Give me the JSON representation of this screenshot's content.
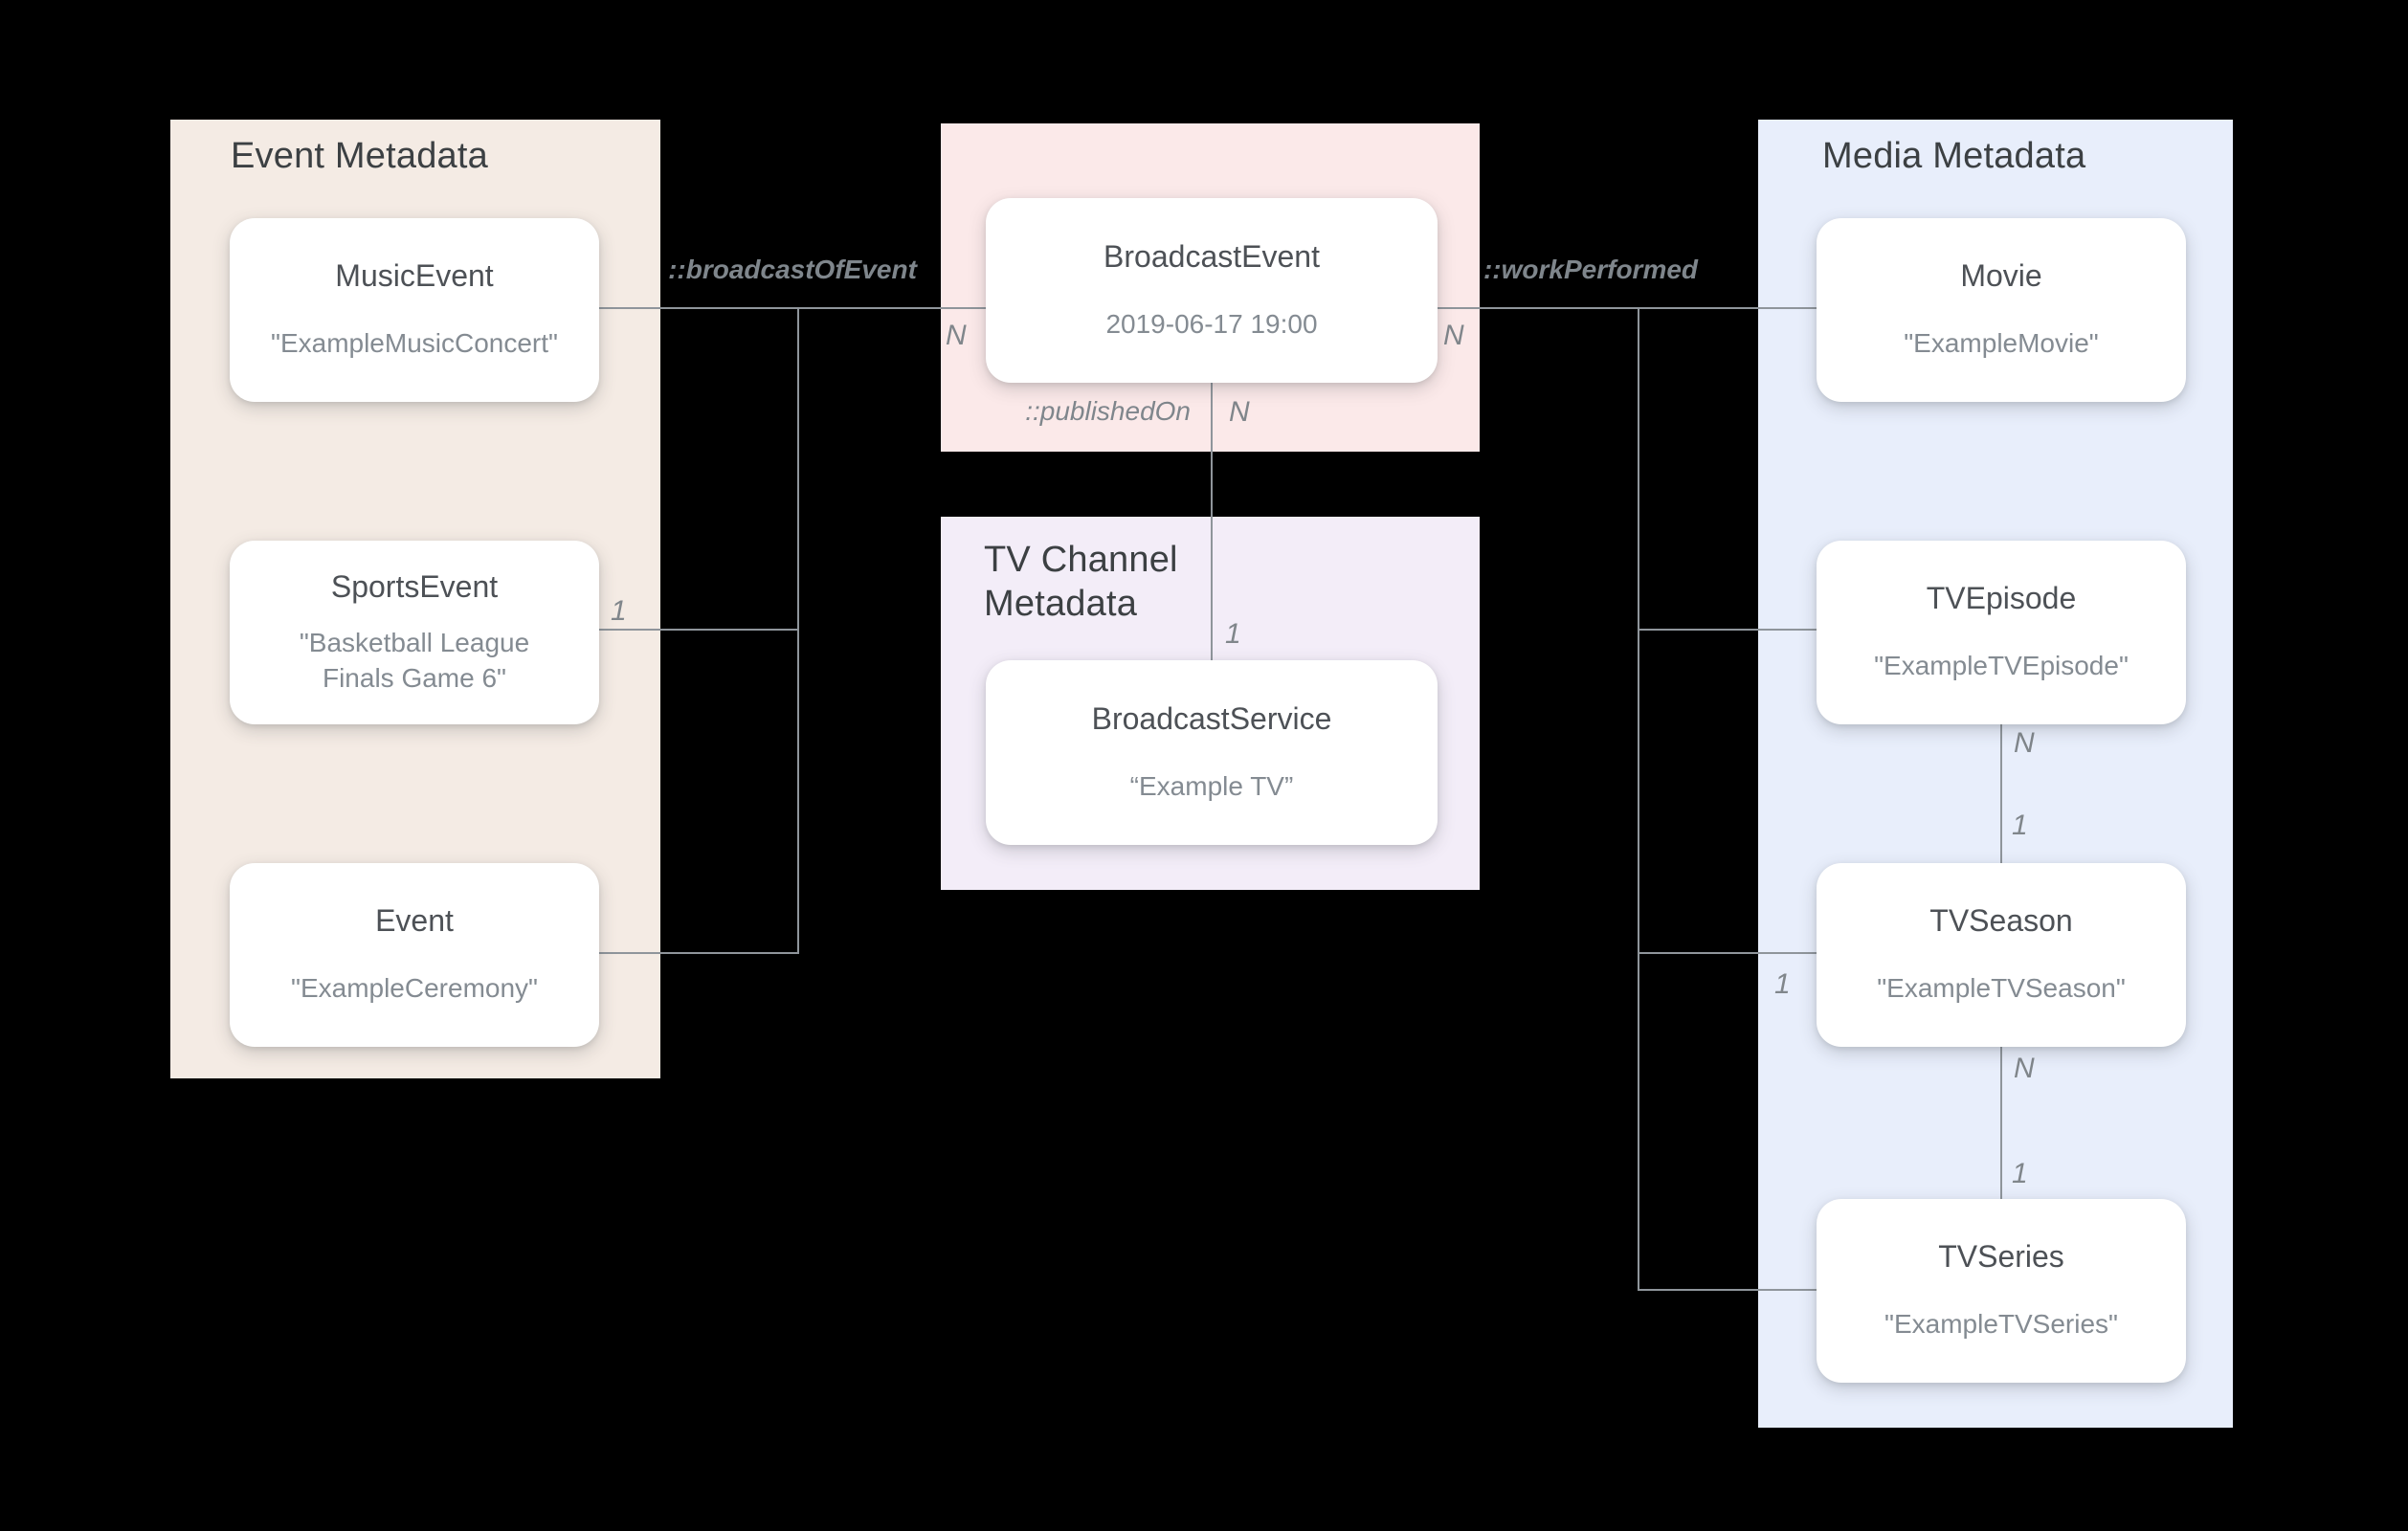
{
  "sections": {
    "event_metadata": {
      "title": "Event Metadata",
      "bg_color": "#F4EBE4"
    },
    "broadcast_event_area": {
      "bg_color": "#FBE9E9"
    },
    "tv_channel_metadata": {
      "title_line1": "TV Channel",
      "title_line2": "Metadata",
      "bg_color": "#F3EDF8"
    },
    "media_metadata": {
      "title": "Media Metadata",
      "bg_color": "#E8EEFB"
    }
  },
  "nodes": {
    "music_event": {
      "title": "MusicEvent",
      "subtitle": "\"ExampleMusicConcert\""
    },
    "sports_event": {
      "title": "SportsEvent",
      "subtitle": "\"Basketball League Finals Game 6\""
    },
    "event": {
      "title": "Event",
      "subtitle": "\"ExampleCeremony\""
    },
    "broadcast_event": {
      "title": "BroadcastEvent",
      "subtitle": "2019-06-17 19:00"
    },
    "broadcast_service": {
      "title": "BroadcastService",
      "subtitle": "“Example TV”"
    },
    "movie": {
      "title": "Movie",
      "subtitle": "\"ExampleMovie\""
    },
    "tv_episode": {
      "title": "TVEpisode",
      "subtitle": "\"ExampleTVEpisode\""
    },
    "tv_season": {
      "title": "TVSeason",
      "subtitle": "\"ExampleTVSeason\""
    },
    "tv_series": {
      "title": "TVSeries",
      "subtitle": "\"ExampleTVSeries\""
    }
  },
  "relations": {
    "broadcast_of_event": {
      "label": "::broadcastOfEvent",
      "cardinality_n": "N",
      "cardinality_sports": "1"
    },
    "work_performed": {
      "label": "::workPerformed",
      "cardinality_n": "N",
      "cardinality_season": "1"
    },
    "published_on": {
      "label": "::publishedOn",
      "cardinality_n": "N",
      "cardinality_one": "1"
    },
    "episode_to_season": {
      "cardinality_n": "N",
      "cardinality_one": "1"
    },
    "season_to_series": {
      "cardinality_n": "N",
      "cardinality_one": "1"
    }
  },
  "colors": {
    "background": "#000000",
    "connector": "#8F959B",
    "section_title": "#3C4043",
    "node_title": "#4D5156",
    "node_subtitle": "#848B92",
    "relation_label": "#7F868C"
  }
}
